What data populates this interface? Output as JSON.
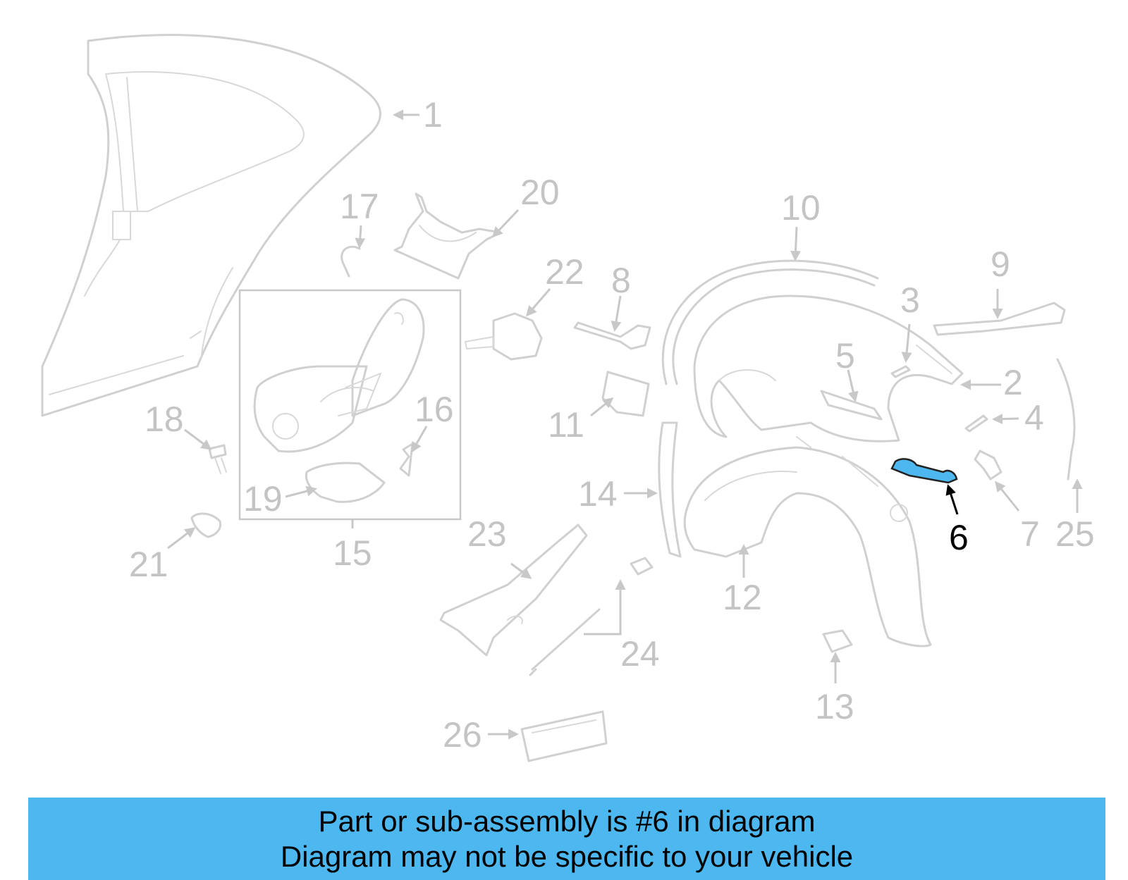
{
  "diagram": {
    "callouts": [
      {
        "id": "1",
        "label": "1"
      },
      {
        "id": "2",
        "label": "2"
      },
      {
        "id": "3",
        "label": "3"
      },
      {
        "id": "4",
        "label": "4"
      },
      {
        "id": "5",
        "label": "5"
      },
      {
        "id": "6",
        "label": "6",
        "highlighted": true
      },
      {
        "id": "7",
        "label": "7"
      },
      {
        "id": "8",
        "label": "8"
      },
      {
        "id": "9",
        "label": "9"
      },
      {
        "id": "10",
        "label": "10"
      },
      {
        "id": "11",
        "label": "11"
      },
      {
        "id": "12",
        "label": "12"
      },
      {
        "id": "13",
        "label": "13"
      },
      {
        "id": "14",
        "label": "14"
      },
      {
        "id": "15",
        "label": "15"
      },
      {
        "id": "16",
        "label": "16"
      },
      {
        "id": "17",
        "label": "17"
      },
      {
        "id": "18",
        "label": "18"
      },
      {
        "id": "19",
        "label": "19"
      },
      {
        "id": "20",
        "label": "20"
      },
      {
        "id": "21",
        "label": "21"
      },
      {
        "id": "22",
        "label": "22"
      },
      {
        "id": "23",
        "label": "23"
      },
      {
        "id": "24",
        "label": "24"
      },
      {
        "id": "25",
        "label": "25"
      },
      {
        "id": "26",
        "label": "26"
      }
    ],
    "highlight_color": "#4db8f0",
    "part_color": "#d0d0d0"
  },
  "banner": {
    "line1": "Part or sub-assembly is #6 in diagram",
    "line2": "Diagram may not be specific to your vehicle",
    "background": "#4db8f0"
  }
}
